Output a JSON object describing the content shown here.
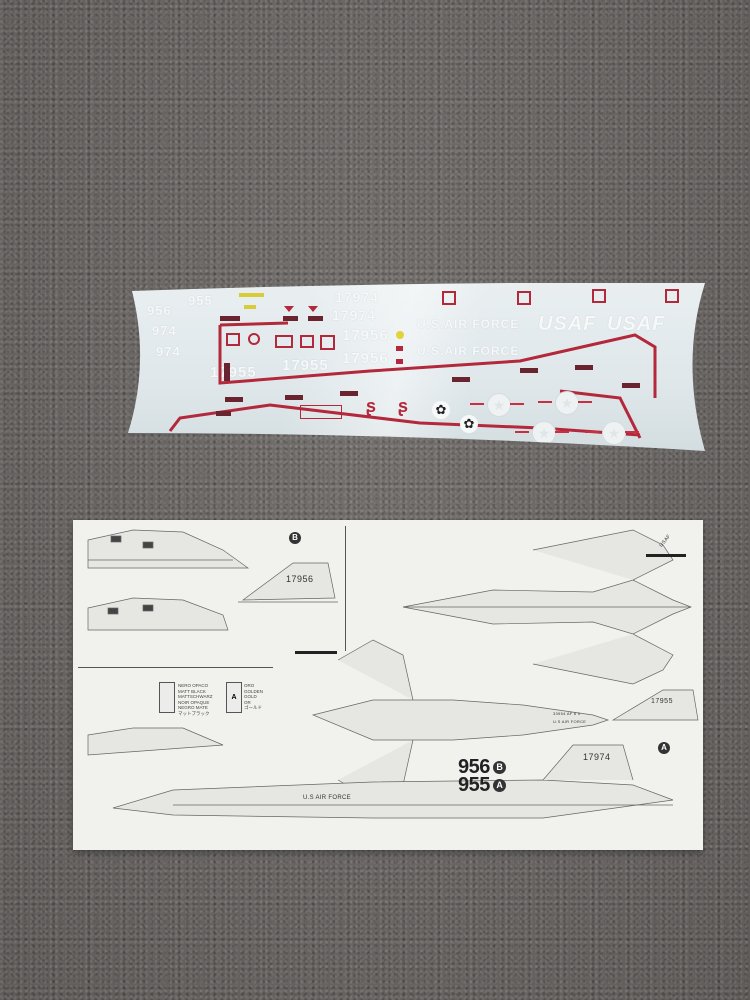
{
  "scene": {
    "description": "Model kit decal sheet and painting instruction sheet on grey carpet",
    "background": "#6c6866"
  },
  "decal_sheet": {
    "serials": [
      "956",
      "955",
      "974",
      "974",
      "17974",
      "17974",
      "17956",
      "17956",
      "17955",
      "17955"
    ],
    "usaf_marks": [
      "U.S.AIR FORCE",
      "U.S.AIR FORCE",
      "USAF",
      "USAF"
    ],
    "insignia_count": 4,
    "colors": {
      "red": "#b3283a",
      "stencil": "#6a2430",
      "yellow": "#d9cc3a",
      "sheet": "#e4ebee"
    }
  },
  "instructions": {
    "version_markers": {
      "a": "A",
      "b": "B"
    },
    "tail_numbers": {
      "b_side": "17956",
      "a_tail_small": "17955",
      "a_tail_large": "17974"
    },
    "codes": [
      {
        "number": "956",
        "version": "B"
      },
      {
        "number": "955",
        "version": "A"
      }
    ],
    "fuselage_text": "U.S AIR FORCE",
    "underside_text": [
      "33954 AF 6 0",
      "U.S AIR FORCE"
    ],
    "wing_text": "USAF",
    "color_legend": [
      {
        "swatch": "",
        "text": "NERO OPACO\nMATT BLACK\nMATTSCHWARZ\nNOIR OPAQUE\nNEGRO MATE\nマットブラック"
      },
      {
        "swatch": "A",
        "text": "ORO\nGOLDEN\nGOLD\nOR\nゴールド"
      }
    ]
  }
}
